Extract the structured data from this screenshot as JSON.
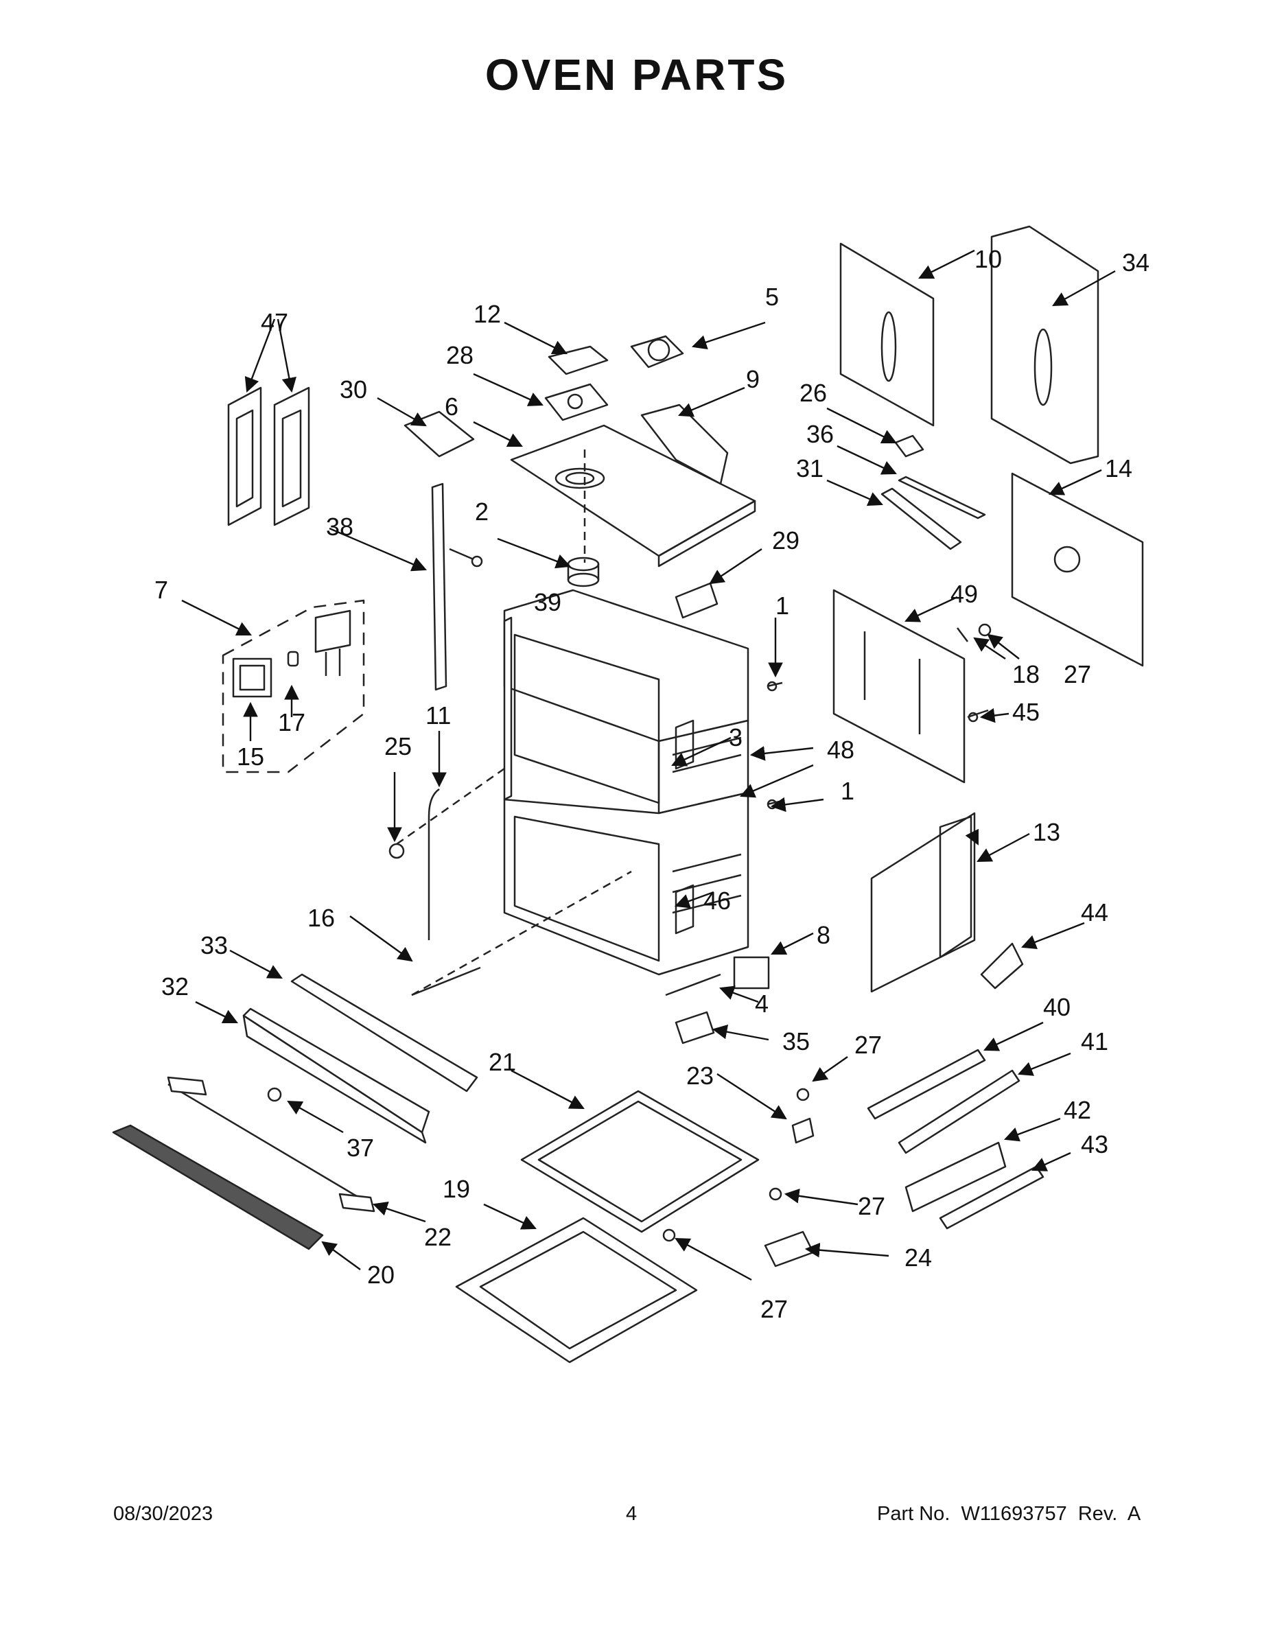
{
  "page": {
    "title": "OVEN PARTS",
    "date": "08/30/2023",
    "page_number": "4",
    "part_info": "Part No.  W11693757  Rev.  A"
  },
  "diagram": {
    "callouts": [
      "1",
      "1",
      "2",
      "3",
      "4",
      "5",
      "6",
      "7",
      "8",
      "9",
      "10",
      "11",
      "12",
      "13",
      "14",
      "15",
      "16",
      "17",
      "18",
      "19",
      "20",
      "21",
      "22",
      "23",
      "24",
      "25",
      "26",
      "27",
      "27",
      "27",
      "27",
      "27",
      "28",
      "29",
      "30",
      "31",
      "32",
      "33",
      "34",
      "35",
      "36",
      "37",
      "38",
      "39",
      "40",
      "41",
      "42",
      "43",
      "44",
      "45",
      "46",
      "47",
      "48",
      "49"
    ]
  }
}
